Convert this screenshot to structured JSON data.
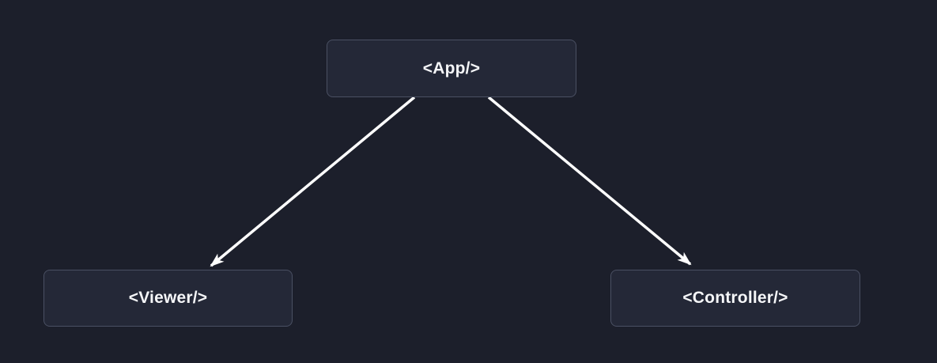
{
  "diagram": {
    "type": "component-tree",
    "nodes": [
      {
        "id": "app",
        "label": "<App/>"
      },
      {
        "id": "viewer",
        "label": "<Viewer/>"
      },
      {
        "id": "controller",
        "label": "<Controller/>"
      }
    ],
    "edges": [
      {
        "from": "app",
        "to": "viewer"
      },
      {
        "from": "app",
        "to": "controller"
      }
    ],
    "colors": {
      "background": "#1c1f2b",
      "node_fill": "#242837",
      "node_border": "#4a5063",
      "node_text": "#f5f6f8",
      "arrow": "#ffffff"
    }
  }
}
